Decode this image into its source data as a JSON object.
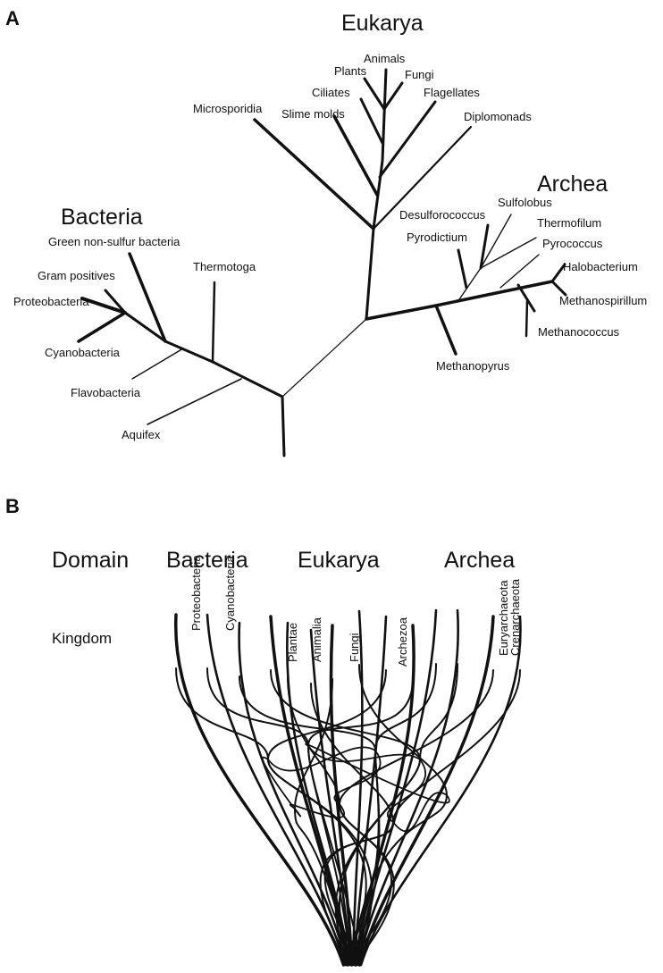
{
  "panels": {
    "a": "A",
    "b": "B"
  },
  "tree_a": {
    "domains": {
      "eukarya": "Eukarya",
      "bacteria": "Bacteria",
      "archea": "Archea"
    },
    "eukarya_leaves": [
      "Animals",
      "Plants",
      "Fungi",
      "Ciliates",
      "Flagellates",
      "Slime molds",
      "Microsporidia",
      "Diplomonads"
    ],
    "bacteria_leaves": [
      "Green non-sulfur bacteria",
      "Gram positives",
      "Thermotoga",
      "Proteobacteria",
      "Cyanobacteria",
      "Flavobacteria",
      "Aquifex"
    ],
    "archea_leaves": [
      "Sulfolobus",
      "Desulforococcus",
      "Thermofilum",
      "Pyrodictium",
      "Pyrococcus",
      "Halobacterium",
      "Methanospirillum",
      "Methanococcus",
      "Methanopyrus"
    ]
  },
  "tree_b": {
    "row_domain": "Domain",
    "row_kingdom": "Kingdom",
    "domains": {
      "bacteria": "Bacteria",
      "eukarya": "Eukarya",
      "archea": "Archea"
    },
    "kingdoms": [
      "Proteobacteria",
      "Cyanobacteria",
      "Plantae",
      "Animalia",
      "Fungi",
      "Archezoa",
      "Euryarchaeota",
      "Crenarchaeota"
    ]
  }
}
